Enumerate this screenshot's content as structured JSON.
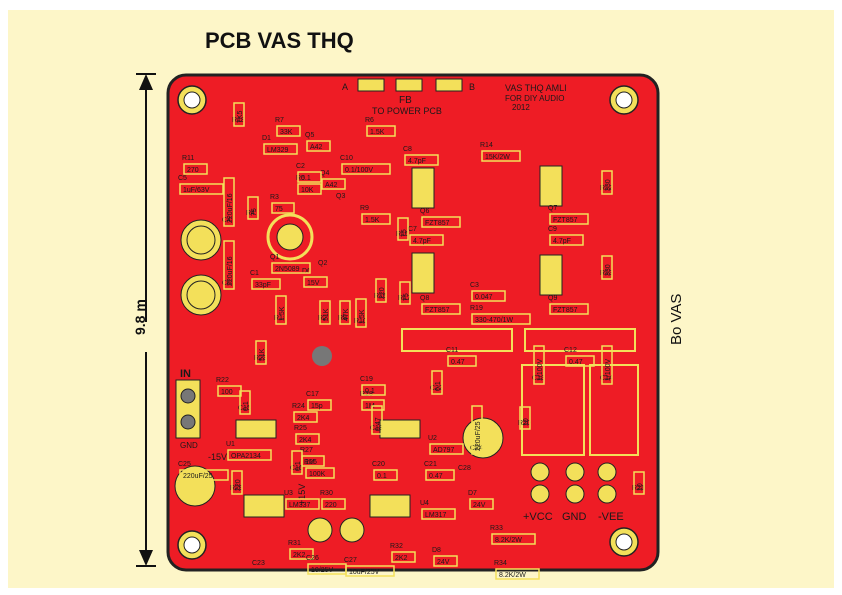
{
  "title": "PCB VAS THQ",
  "side_label": "Bo VAS",
  "dimension": "9.8 m",
  "board": {
    "header": [
      "VAS THQ AMLI",
      "FOR DIY AUDIO",
      "2012"
    ],
    "fb_label": "FB",
    "to_power": "TO POWER PCB",
    "connector_a": "A",
    "connector_b": "B",
    "in_label": "IN",
    "gnd_label": "GND",
    "vcc_label": "+VCC",
    "vcc_gnd_label": "GND",
    "vee_label": "-VEE",
    "minus15": "-15V",
    "plus15": "+15V"
  },
  "parts": [
    {
      "ref": "R18",
      "val": "7K5"
    },
    {
      "ref": "R7",
      "val": "33K"
    },
    {
      "ref": "R6",
      "val": "1.5K"
    },
    {
      "ref": "R11",
      "val": "270"
    },
    {
      "ref": "C5",
      "val": "1uF/63V"
    },
    {
      "ref": "R5",
      "val": "10K"
    },
    {
      "ref": "R3",
      "val": "75"
    },
    {
      "ref": "R4",
      "val": "75"
    },
    {
      "ref": "C4",
      "val": "220uF/16"
    },
    {
      "ref": "C6",
      "val": "220uF/16"
    },
    {
      "ref": "C10",
      "val": "0.1/100V"
    },
    {
      "ref": "R14",
      "val": "15K/2W"
    },
    {
      "ref": "C8",
      "val": "4.7pF"
    },
    {
      "ref": "C7",
      "val": "4.7pF"
    },
    {
      "ref": "C9",
      "val": "4.7pF"
    },
    {
      "ref": "R12",
      "val": "330"
    },
    {
      "ref": "R13",
      "val": "330"
    },
    {
      "ref": "C3",
      "val": "0.047"
    },
    {
      "ref": "R19",
      "val": "330-470/1W"
    },
    {
      "ref": "C11",
      "val": "0.47"
    },
    {
      "ref": "C12",
      "val": "0.47"
    },
    {
      "ref": "C1",
      "val": "33pF"
    },
    {
      "ref": "D6",
      "val": "15V"
    },
    {
      "ref": "R1",
      "val": "1.5K"
    },
    {
      "ref": "R2",
      "val": "51K"
    },
    {
      "ref": "R8",
      "val": "47K"
    },
    {
      "ref": "R10",
      "val": "1.5K"
    },
    {
      "ref": "R15",
      "val": "220"
    },
    {
      "ref": "R17",
      "val": "75"
    },
    {
      "ref": "R16",
      "val": "75"
    },
    {
      "ref": "R9",
      "val": "1.5K"
    },
    {
      "ref": "R23",
      "val": "51K"
    },
    {
      "ref": "R22",
      "val": "100"
    },
    {
      "ref": "R24",
      "val": "2K4"
    },
    {
      "ref": "R25",
      "val": "2K4"
    },
    {
      "ref": "R28",
      "val": "1M"
    },
    {
      "ref": "R27",
      "val": "1M"
    },
    {
      "ref": "R26",
      "val": "100K"
    },
    {
      "ref": "C19",
      "val": "0.1"
    },
    {
      "ref": "C17",
      "val": "15p"
    },
    {
      "ref": "C18",
      "val": "0.47"
    },
    {
      "ref": "C22",
      "val": "0.1"
    },
    {
      "ref": "C21",
      "val": "0.47"
    },
    {
      "ref": "C20",
      "val": "0.1"
    },
    {
      "ref": "C24",
      "val": "220uF/25"
    },
    {
      "ref": "C25",
      "val": "220uF/25"
    },
    {
      "ref": "C13",
      "val": "1/100V"
    },
    {
      "ref": "C14",
      "val": "1/100V"
    },
    {
      "ref": "R29",
      "val": "220"
    },
    {
      "ref": "R30",
      "val": "220"
    },
    {
      "ref": "R31",
      "val": "2K2"
    },
    {
      "ref": "R32",
      "val": "2K2"
    },
    {
      "ref": "C26",
      "val": "10/25V"
    },
    {
      "ref": "C27",
      "val": "10uF/25V"
    },
    {
      "ref": "R33",
      "val": "8.2K/2W"
    },
    {
      "ref": "R34",
      "val": "8.2K/2W"
    },
    {
      "ref": "D7",
      "val": "24V"
    },
    {
      "ref": "D8",
      "val": "24V"
    },
    {
      "ref": "R20",
      "val": "10"
    },
    {
      "ref": "R21",
      "val": "10"
    },
    {
      "ref": "Q6",
      "val": "FZT857"
    },
    {
      "ref": "Q7",
      "val": "FZT857"
    },
    {
      "ref": "Q8",
      "val": "FZT857"
    },
    {
      "ref": "Q9",
      "val": "FZT857"
    },
    {
      "ref": "U1",
      "val": "OPA2134"
    },
    {
      "ref": "U2",
      "val": "AD797"
    },
    {
      "ref": "U3",
      "val": "LM337"
    },
    {
      "ref": "U4",
      "val": "LM317"
    },
    {
      "ref": "D1",
      "val": "LM329"
    },
    {
      "ref": "Q5",
      "val": "A42"
    },
    {
      "ref": "Q4",
      "val": "A42"
    },
    {
      "ref": "Q1",
      "val": "2N5089"
    },
    {
      "ref": "Q2",
      "val": ""
    },
    {
      "ref": "Q3",
      "val": ""
    },
    {
      "ref": "C2",
      "val": "0.1"
    },
    {
      "ref": "C15",
      "val": "0.1"
    },
    {
      "ref": "C16",
      "val": "0.1"
    },
    {
      "ref": "C23",
      "val": ""
    },
    {
      "ref": "C28",
      "val": ""
    }
  ]
}
